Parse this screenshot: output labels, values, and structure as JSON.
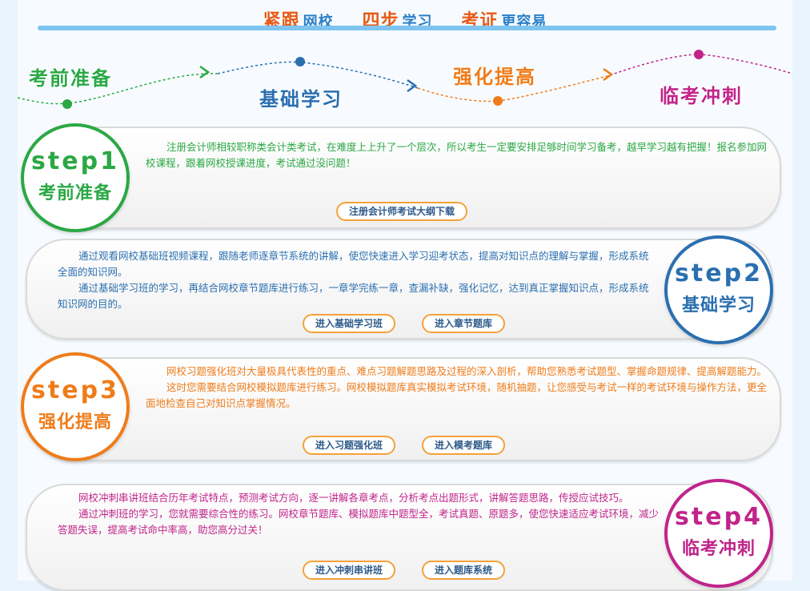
{
  "header": {
    "part1_strong": "紧跟",
    "part1_rest": "网校",
    "part2_strong": "四步",
    "part2_rest": "学习",
    "part3_strong": "考证",
    "part3_rest": "更容易"
  },
  "roadmap": {
    "stages": [
      "考前准备",
      "基础学习",
      "强化提高",
      "临考冲刺"
    ]
  },
  "colors": {
    "green": "#2aa844",
    "blue": "#2b6fb0",
    "orange": "#ef7c1a",
    "magenta": "#c0248a"
  },
  "steps": [
    {
      "step_label": "step1",
      "name": "考前准备",
      "paragraphs": [
        "注册会计师相较职称类会计类考试，在难度上上升了一个层次，所以考生一定要安排足够时间学习备考，越早学习越有把握！报名参加网校课程，跟着网校授课进度，考试通过没问题！"
      ],
      "buttons": [
        "注册会计师考试大纲下载"
      ]
    },
    {
      "step_label": "step2",
      "name": "基础学习",
      "paragraphs": [
        "通过观看网校基础班视频课程，跟随老师逐章节系统的讲解，使您快速进入学习迎考状态，提高对知识点的理解与掌握，形成系统全面的知识网。",
        "通过基础学习班的学习，再结合网校章节题库进行练习，一章学完练一章，查漏补缺，强化记忆，达到真正掌握知识点，形成系统知识网的目的。"
      ],
      "buttons": [
        "进入基础学习班",
        "进入章节题库"
      ]
    },
    {
      "step_label": "step3",
      "name": "强化提高",
      "paragraphs": [
        "网校习题强化班对大量极具代表性的重点、难点习题解题思路及过程的深入剖析，帮助您熟悉考试题型、掌握命题规律、提高解题能力。",
        "这时您需要结合网校模拟题库进行练习。网校模拟题库真实模拟考试环境，随机抽题，让您感受与考试一样的考试环境与操作方法，更全面地检查自己对知识点掌握情况。"
      ],
      "buttons": [
        "进入习题强化班",
        "进入模考题库"
      ]
    },
    {
      "step_label": "step4",
      "name": "临考冲刺",
      "paragraphs": [
        "网校冲刺串讲班结合历年考试特点，预测考试方向，逐一讲解各章考点，分析考点出题形式，讲解答题思路，传授应试技巧。",
        "通过冲刺班的学习，您就需要综合性的练习。网校章节题库、模拟题库中题型全，考试真题、原题多，使您快速适应考试环境，减少答题失误，提高考试命中率高，助您高分过关！"
      ],
      "buttons": [
        "进入冲刺串讲班",
        "进入题库系统"
      ]
    }
  ]
}
